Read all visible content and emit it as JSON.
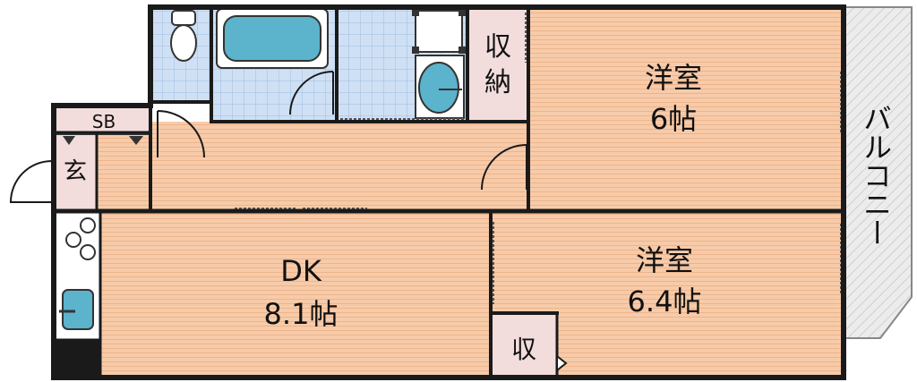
{
  "rooms": {
    "western_room_1": {
      "name": "洋室",
      "size": "6帖"
    },
    "western_room_2": {
      "name": "洋室",
      "size": "6.4帖"
    },
    "dining_kitchen": {
      "name": "DK",
      "size": "8.1帖"
    },
    "closet_large": {
      "name_line1": "収",
      "name_line2": "納"
    },
    "closet_small": {
      "name": "収"
    },
    "shoe_box": {
      "name": "SB"
    },
    "entrance": {
      "name": "玄"
    },
    "balcony": {
      "name": "バルコニー"
    }
  },
  "colors": {
    "floor": "#f7cba9",
    "floor_stripe": "#ecb48c",
    "tile": "#cfe0f5",
    "tile_grid": "#9dbbe0",
    "closet": "#f2dcdc",
    "fixture": "#5bb3cc",
    "balcony": "#e6e6e6",
    "wall": "#1a1a1a"
  }
}
